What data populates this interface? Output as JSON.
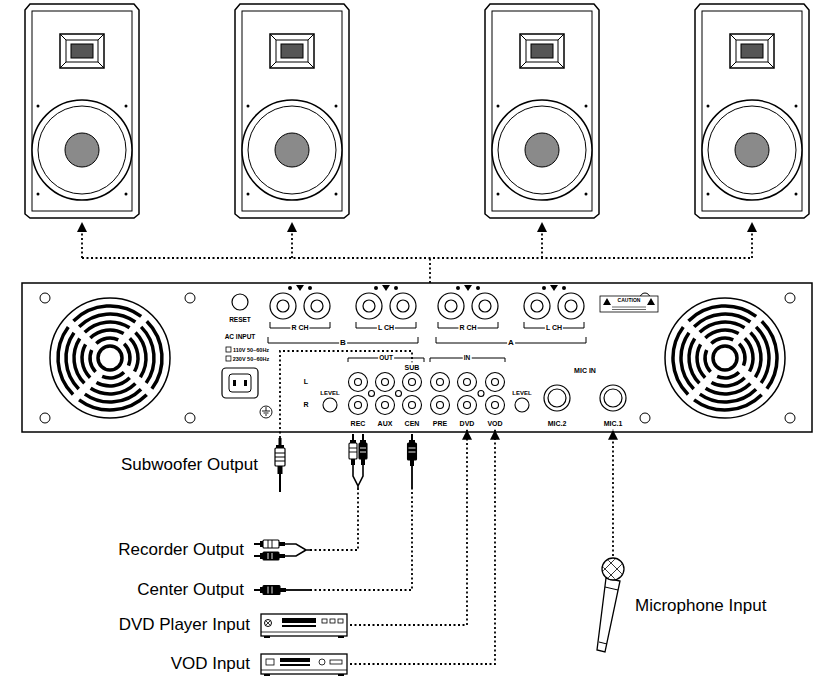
{
  "diagram": {
    "nodes": [
      {
        "text": [
          "SUB"
        ]
      },
      {
        "text": [
          "REC"
        ]
      },
      {
        "text": [
          "AUX"
        ]
      },
      {
        "text": [
          "CEN"
        ]
      },
      {
        "text": [
          "PRE"
        ]
      },
      {
        "text": [
          "DVD"
        ]
      },
      {
        "text": [
          "VOD"
        ]
      },
      {
        "text": [
          "MIC.2"
        ]
      },
      {
        "text": [
          "MIC.1"
        ]
      },
      {
        "text": [
          "Subwoofer Output"
        ]
      },
      {
        "text": [
          "Recorder Output"
        ]
      },
      {
        "text": [
          "Center Output"
        ]
      },
      {
        "text": [
          "DVD Player Input"
        ]
      },
      {
        "text": [
          "VOD Input"
        ]
      },
      {
        "text": [
          "Microphone Input"
        ]
      }
    ],
    "edges": [
      {
        "from": 9,
        "to": 0,
        "arrow": "none"
      },
      {
        "from": 10,
        "to": 1,
        "arrow": "none"
      },
      {
        "from": 11,
        "to": 3,
        "arrow": "none"
      },
      {
        "from": 12,
        "to": 5,
        "arrow": "to"
      },
      {
        "from": 13,
        "to": 6,
        "arrow": "to"
      },
      {
        "from": 14,
        "to": 8,
        "arrow": "to"
      }
    ],
    "labels": [
      "R CH",
      "L CH",
      "R CH",
      "L CH",
      "B",
      "A",
      "RESET",
      "AC INPUT",
      "110V 50~60Hz",
      "230V 50~60Hz",
      "CAUTION",
      "OUT",
      "IN",
      "L",
      "LEVEL",
      "R",
      "LEVEL",
      "MIC IN"
    ]
  }
}
